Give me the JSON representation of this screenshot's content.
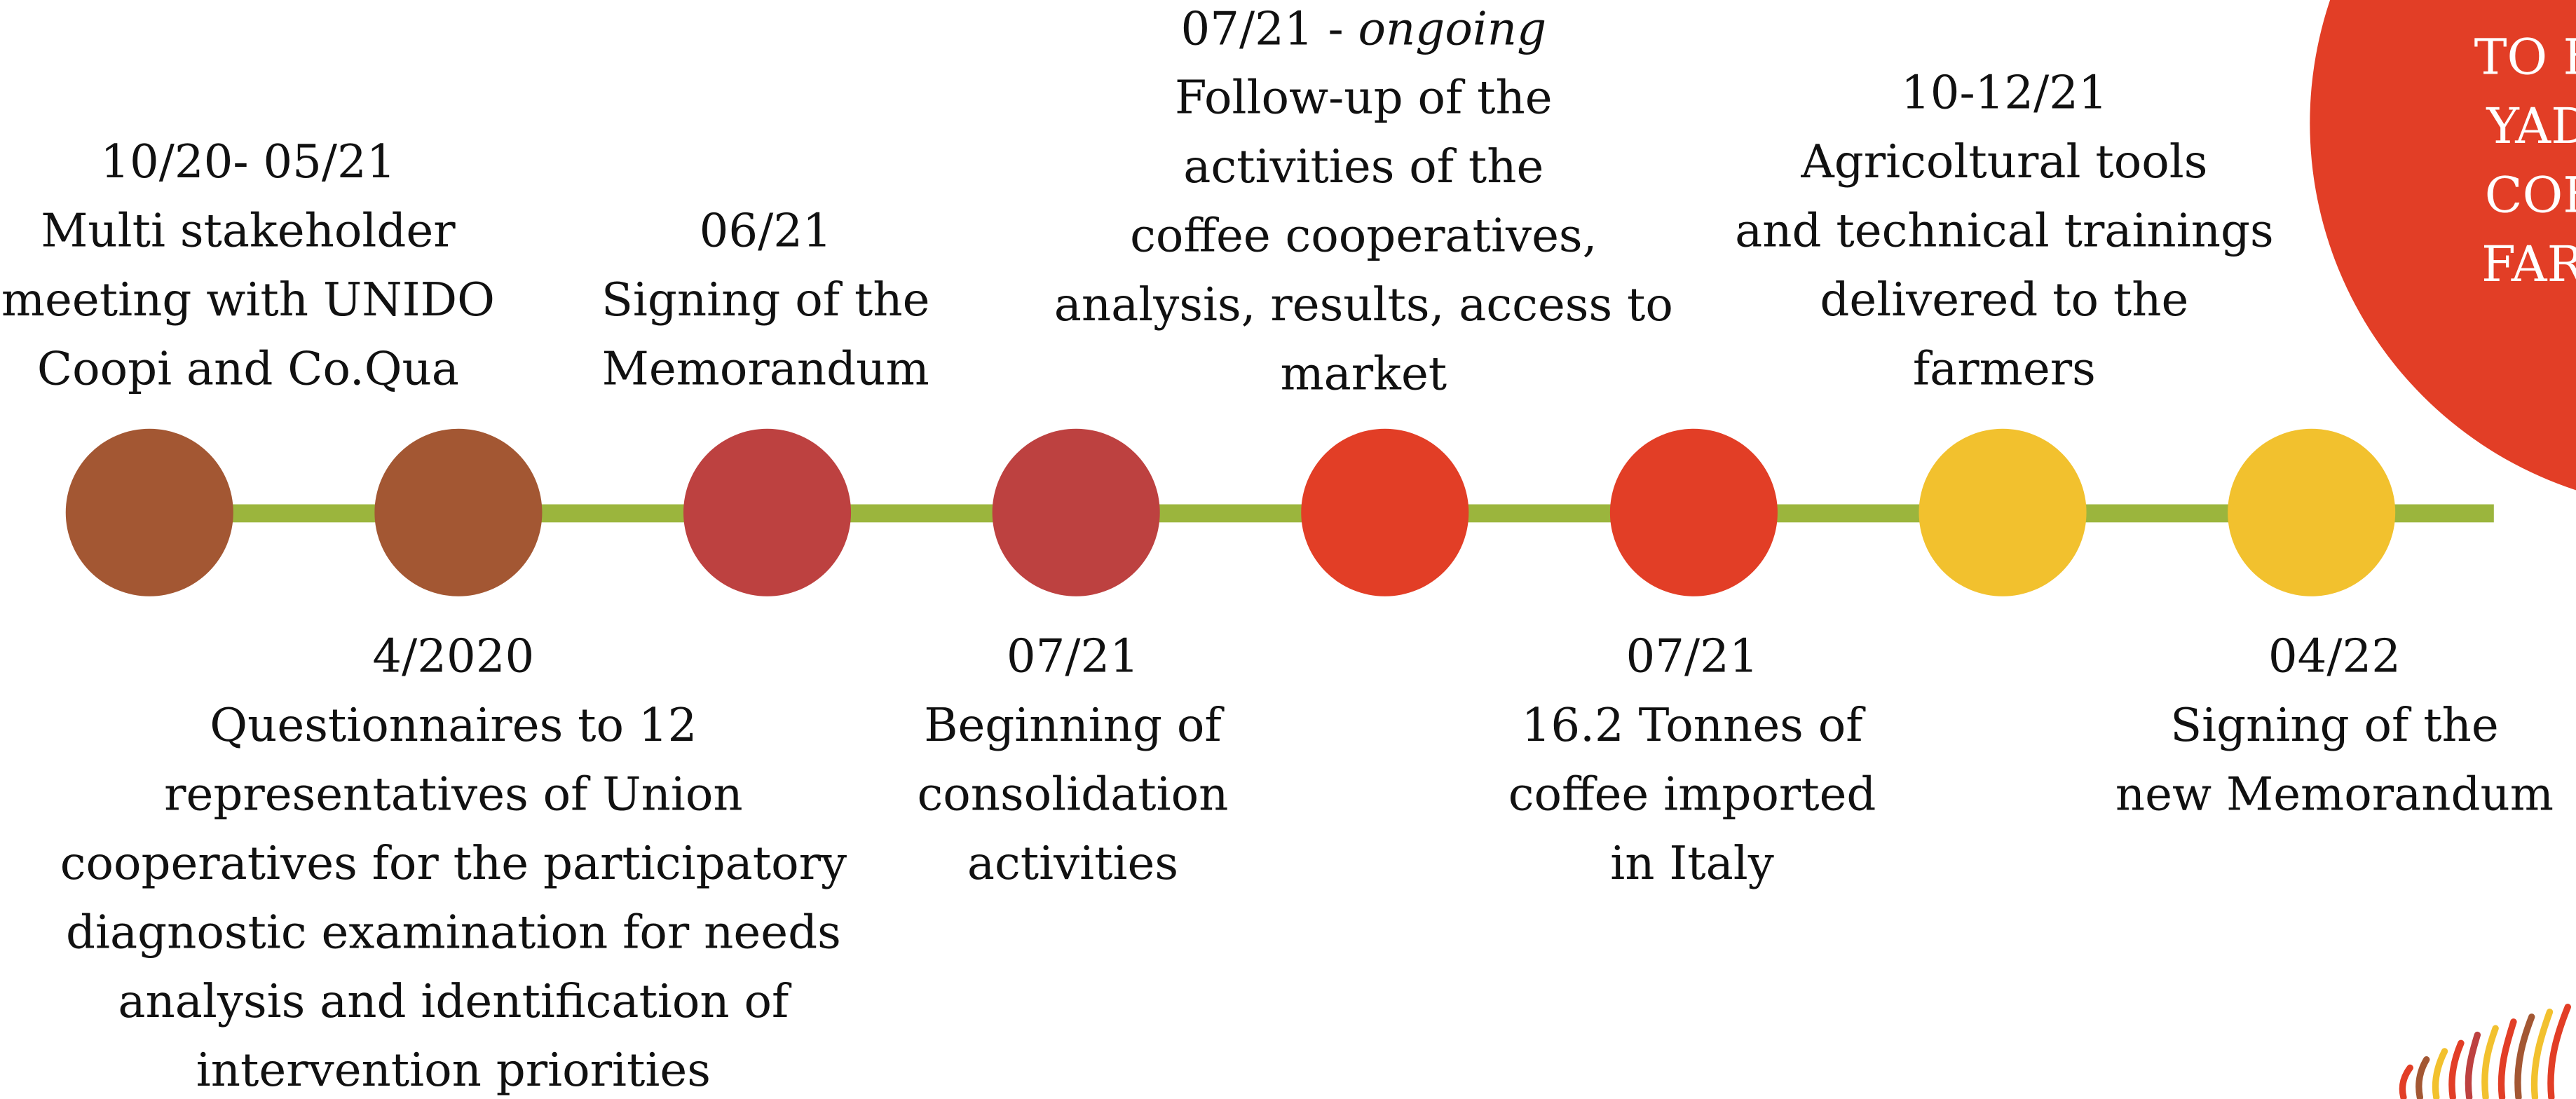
{
  "colors": {
    "line": "#9bb53d",
    "brown": "#a35733",
    "dark_red": "#bd4140",
    "red": "#e23e26",
    "yellow": "#f2c12e",
    "badge": "#e23e26"
  },
  "badge": {
    "lines": [
      "TO BUR",
      "YADOV",
      "COFFE",
      "FARME"
    ]
  },
  "nodes": [
    {
      "color": "#a35733"
    },
    {
      "color": "#a35733"
    },
    {
      "color": "#bd4140"
    },
    {
      "color": "#bd4140"
    },
    {
      "color": "#e23e26"
    },
    {
      "color": "#e23e26"
    },
    {
      "color": "#f2c12e"
    },
    {
      "color": "#f2c12e"
    }
  ],
  "events_top": [
    {
      "date": "10/20- 05/21",
      "lines": [
        "Multi stakeholder",
        "meeting with UNIDO",
        "Coopi and  Co.Qua"
      ]
    },
    {
      "date": "06/21",
      "lines": [
        "Signing of the",
        "Memorandum"
      ]
    },
    {
      "date": "07/21 - ",
      "date_italic": "ongoing",
      "lines": [
        "Follow-up of the",
        "activities of the",
        "coffee cooperatives,",
        "analysis, results, access to",
        "market"
      ]
    },
    {
      "date": "10-12/21",
      "lines": [
        "Agricoltural tools",
        "and technical trainings",
        "delivered to the",
        "farmers"
      ]
    }
  ],
  "events_bottom": [
    {
      "date": "4/2020",
      "lines": [
        "Questionnaires to 12",
        "representatives of Union",
        "cooperatives for the participatory",
        "diagnostic examination for needs",
        "analysis and identification of",
        "intervention priorities"
      ]
    },
    {
      "date": "07/21",
      "lines": [
        "Beginning of",
        "consolidation",
        "activities"
      ]
    },
    {
      "date": "07/21",
      "lines": [
        "16.2 Tonnes of",
        "coffee imported",
        "in Italy"
      ]
    },
    {
      "date": "04/22",
      "lines": [
        "Signing of the",
        "new Memorandum"
      ]
    }
  ]
}
